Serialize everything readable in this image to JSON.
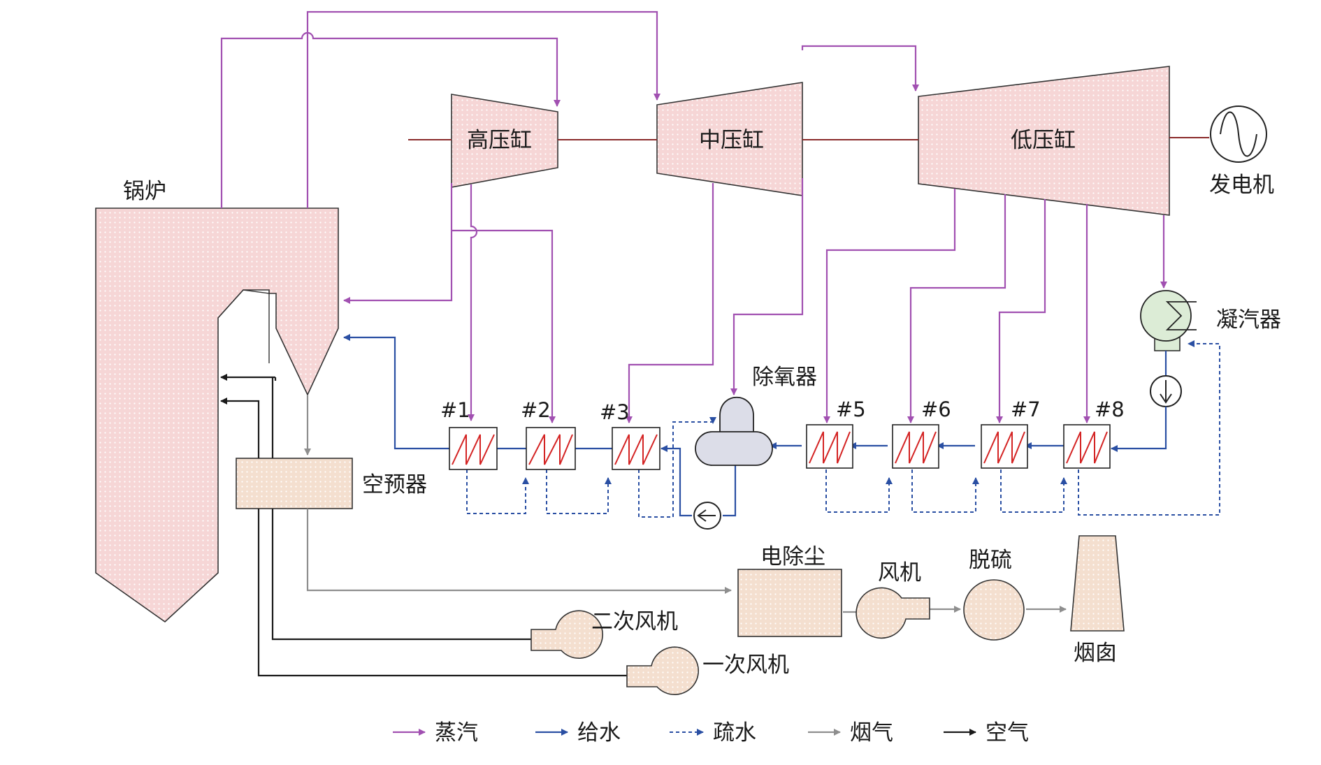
{
  "labels": {
    "boiler": "锅炉",
    "hp_cylinder": "高压缸",
    "ip_cylinder": "中压缸",
    "lp_cylinder": "低压缸",
    "generator": "发电机",
    "condenser": "凝汽器",
    "deaerator": "除氧器",
    "air_preheater": "空预器",
    "electrostatic_precipitator": "电除尘",
    "fan": "风机",
    "desulfurization": "脱硫",
    "chimney": "烟囱",
    "secondary_fan": "二次风机",
    "primary_fan": "一次风机",
    "heater_1": "#1",
    "heater_2": "#2",
    "heater_3": "#3",
    "heater_5": "#5",
    "heater_6": "#6",
    "heater_7": "#7",
    "heater_8": "#8"
  },
  "legend": [
    {
      "key": "steam",
      "label": "蒸汽",
      "color": "#a150b1"
    },
    {
      "key": "feedwater",
      "label": "给水",
      "color": "#2a4fa3"
    },
    {
      "key": "drain",
      "label": "疏水",
      "color": "#2a4fa3"
    },
    {
      "key": "flue_gas",
      "label": "烟气",
      "color": "#8e8e8e"
    },
    {
      "key": "air",
      "label": "空气",
      "color": "#1a1a1a"
    }
  ],
  "colors": {
    "equipment_fill": "#f6d6d6",
    "equipment_hatch": "#ffffff",
    "condenser_fill": "#dcecd6",
    "deaerator_fill": "#dcdde8",
    "heater_coil": "#d42424",
    "shaft": "#8a2a2a"
  }
}
